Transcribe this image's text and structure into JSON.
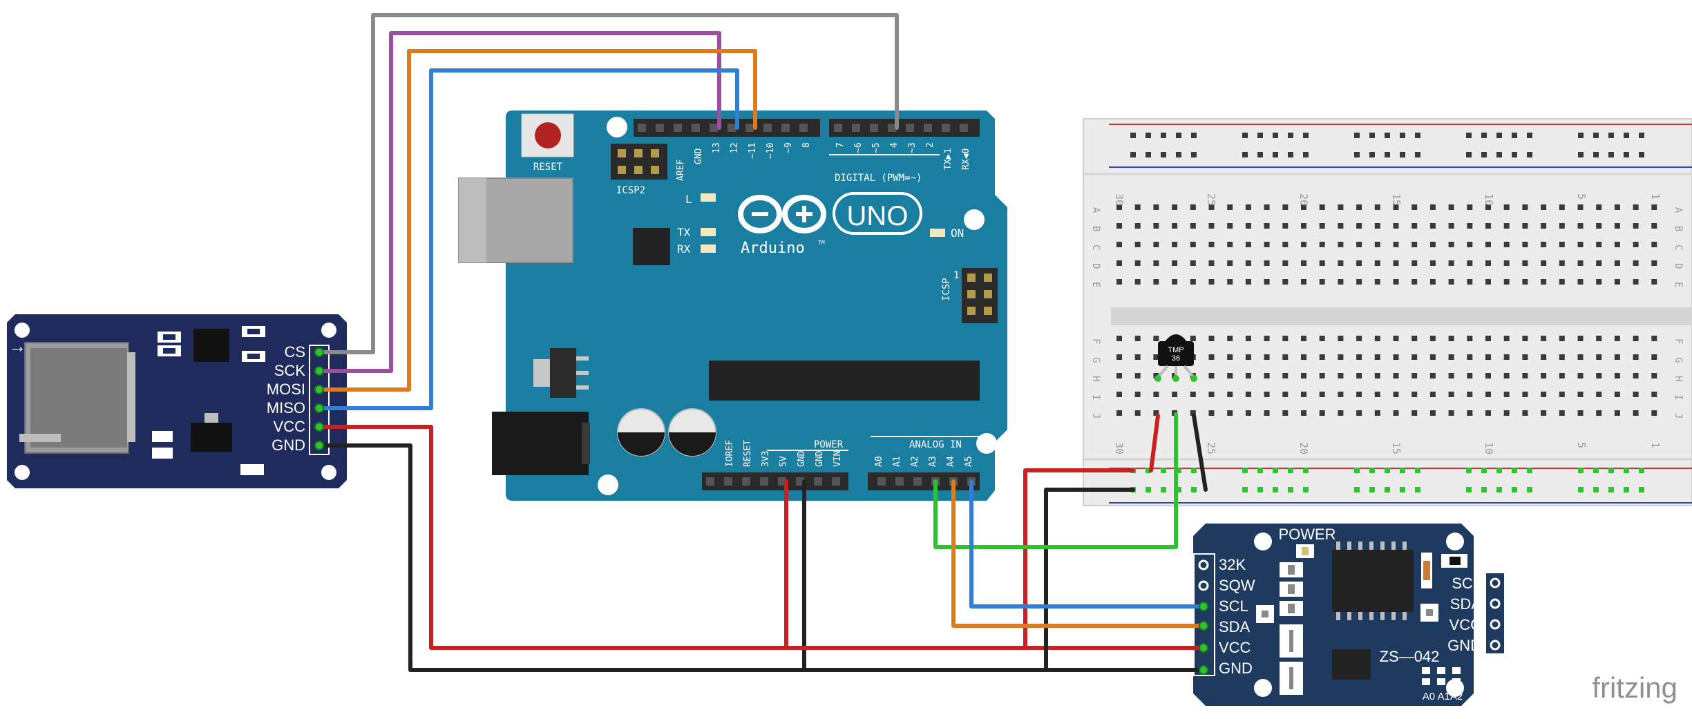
{
  "sd_module": {
    "pins": [
      "CS",
      "SCK",
      "MOSI",
      "MISO",
      "VCC",
      "GND"
    ],
    "board_color": "#1f2b5c"
  },
  "arduino": {
    "reset_label": "RESET",
    "icsp2_label": "ICSP2",
    "icsp_label": "ICSP",
    "icsp_pin1": "1",
    "led_l": "L",
    "led_tx": "TX",
    "led_rx": "RX",
    "led_on": "ON",
    "brand_uno": "UNO",
    "brand_name": "Arduino",
    "brand_tm": "TM",
    "digital_label": "DIGITAL (PWM=~)",
    "power_label": "POWER",
    "analog_label": "ANALOG IN",
    "digital_pins_left": [
      "AREF",
      "GND",
      "13",
      "12",
      "~11",
      "~10",
      "~9",
      "8"
    ],
    "digital_pins_right": [
      "7",
      "~6",
      "~5",
      "4",
      "~3",
      "2",
      "TX▶1",
      "RX◀0"
    ],
    "power_pins": [
      "IOREF",
      "RESET",
      "3V3",
      "5V",
      "GND",
      "GND",
      "VIN"
    ],
    "analog_pins": [
      "A0",
      "A1",
      "A2",
      "A3",
      "A4",
      "A5"
    ],
    "board_color": "#1a7ea0"
  },
  "breadboard": {
    "top_numbers": [
      "30",
      "25",
      "20",
      "15",
      "10",
      "5",
      "1"
    ],
    "bottom_numbers": [
      "30",
      "25",
      "20",
      "15",
      "10",
      "5",
      "1"
    ],
    "row_letters_top": [
      "A",
      "B",
      "C",
      "D",
      "E"
    ],
    "row_letters_bottom": [
      "F",
      "G",
      "H",
      "I",
      "J"
    ]
  },
  "sensor": {
    "label_line1": "TMP",
    "label_line2": "36"
  },
  "rtc_module": {
    "power_label": "POWER",
    "left_pins": [
      "32K",
      "SQW",
      "SCL",
      "SDA",
      "VCC",
      "GND"
    ],
    "right_pins": [
      "SCL",
      "SDA",
      "VCC",
      "GND"
    ],
    "model": "ZS—042",
    "address_label": "A0 A1A2",
    "board_color": "#1f3a5f"
  },
  "watermark": "fritzing",
  "wire_colors": {
    "gray": "#8a8a8a",
    "purple": "#9b4fa0",
    "orange": "#e07a1f",
    "blue": "#2f7fd6",
    "red": "#cc1f1f",
    "black": "#222222",
    "green": "#2fc42f"
  }
}
